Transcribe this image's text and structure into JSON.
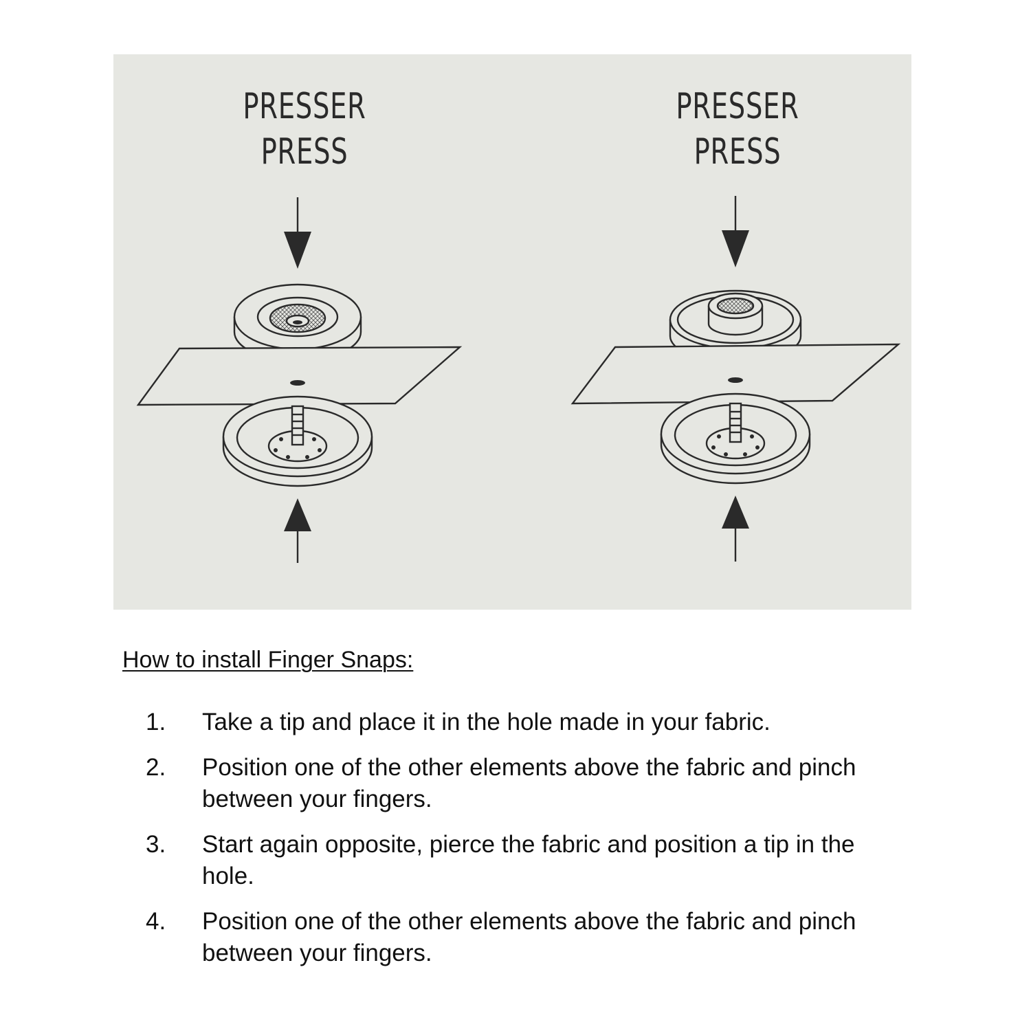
{
  "illustration": {
    "left_panel": {
      "line1": "PRESSER",
      "line2": "PRESS"
    },
    "right_panel": {
      "line1": "PRESSER",
      "line2": "PRESS"
    },
    "background_color": "#e6e7e2",
    "ink_color": "#2a2a2a"
  },
  "instructions": {
    "heading": "How to install Finger Snaps:",
    "steps": [
      {
        "number": "1.",
        "text": "Take a tip and place it in the hole made in your fabric."
      },
      {
        "number": "2.",
        "text": "Position one of the other elements above the fabric and pinch between your fingers."
      },
      {
        "number": "3.",
        "text": "Start again opposite, pierce the fabric and position a tip in the hole."
      },
      {
        "number": "4.",
        "text": "Position one of the other elements above the fabric and pinch between your fingers."
      }
    ]
  }
}
